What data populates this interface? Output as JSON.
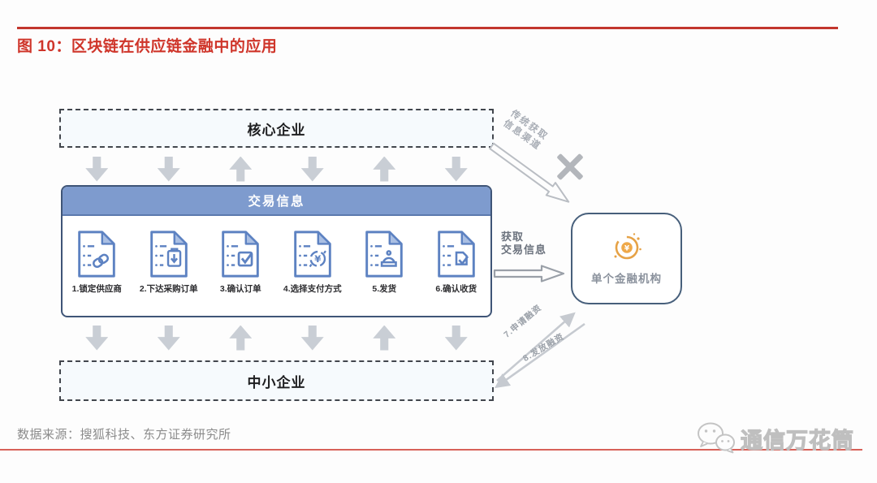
{
  "figure": {
    "title": "图 10：区块链在供应链金融中的应用",
    "source": "数据来源：搜狐科技、东方证券研究所"
  },
  "diagram": {
    "core_box_label": "核心企业",
    "sme_box_label": "中小企业",
    "trade_box": {
      "header": "交易信息",
      "steps": [
        {
          "label": "1.锁定供应商",
          "icon": "link-document-icon"
        },
        {
          "label": "2.下达采购订单",
          "icon": "purchase-order-document-icon"
        },
        {
          "label": "3.确认订单",
          "icon": "confirm-order-document-icon"
        },
        {
          "label": "4.选择支付方式",
          "icon": "payment-method-document-icon"
        },
        {
          "label": "5.发货",
          "icon": "shipping-document-icon"
        },
        {
          "label": "6.确认收货",
          "icon": "confirm-receipt-document-icon"
        }
      ]
    },
    "arrow_directions_top": [
      "down",
      "down",
      "up",
      "down",
      "up",
      "down"
    ],
    "arrow_directions_bottom": [
      "down",
      "down",
      "up",
      "down",
      "up",
      "down"
    ],
    "traditional_channel": {
      "line1": "传统获取",
      "line2": "信息渠道",
      "crossed_out": "X"
    },
    "get_info": {
      "line1": "获取",
      "line2": "交易信息"
    },
    "financial_box_label": "单个金融机构",
    "flow7_label": "7.申请融资",
    "flow8_label": "8.发放融资"
  },
  "footer": {
    "logo_text": "通信万花筒"
  },
  "colors": {
    "title_red": "#cf352a",
    "rule_red": "#c2362d",
    "header_blue": "#7e9bce",
    "panel_border_blue": "#3f5577",
    "icon_blue": "#5d82c2",
    "arrow_gray": "#c9ced5",
    "coin_orange": "#e6a246"
  }
}
